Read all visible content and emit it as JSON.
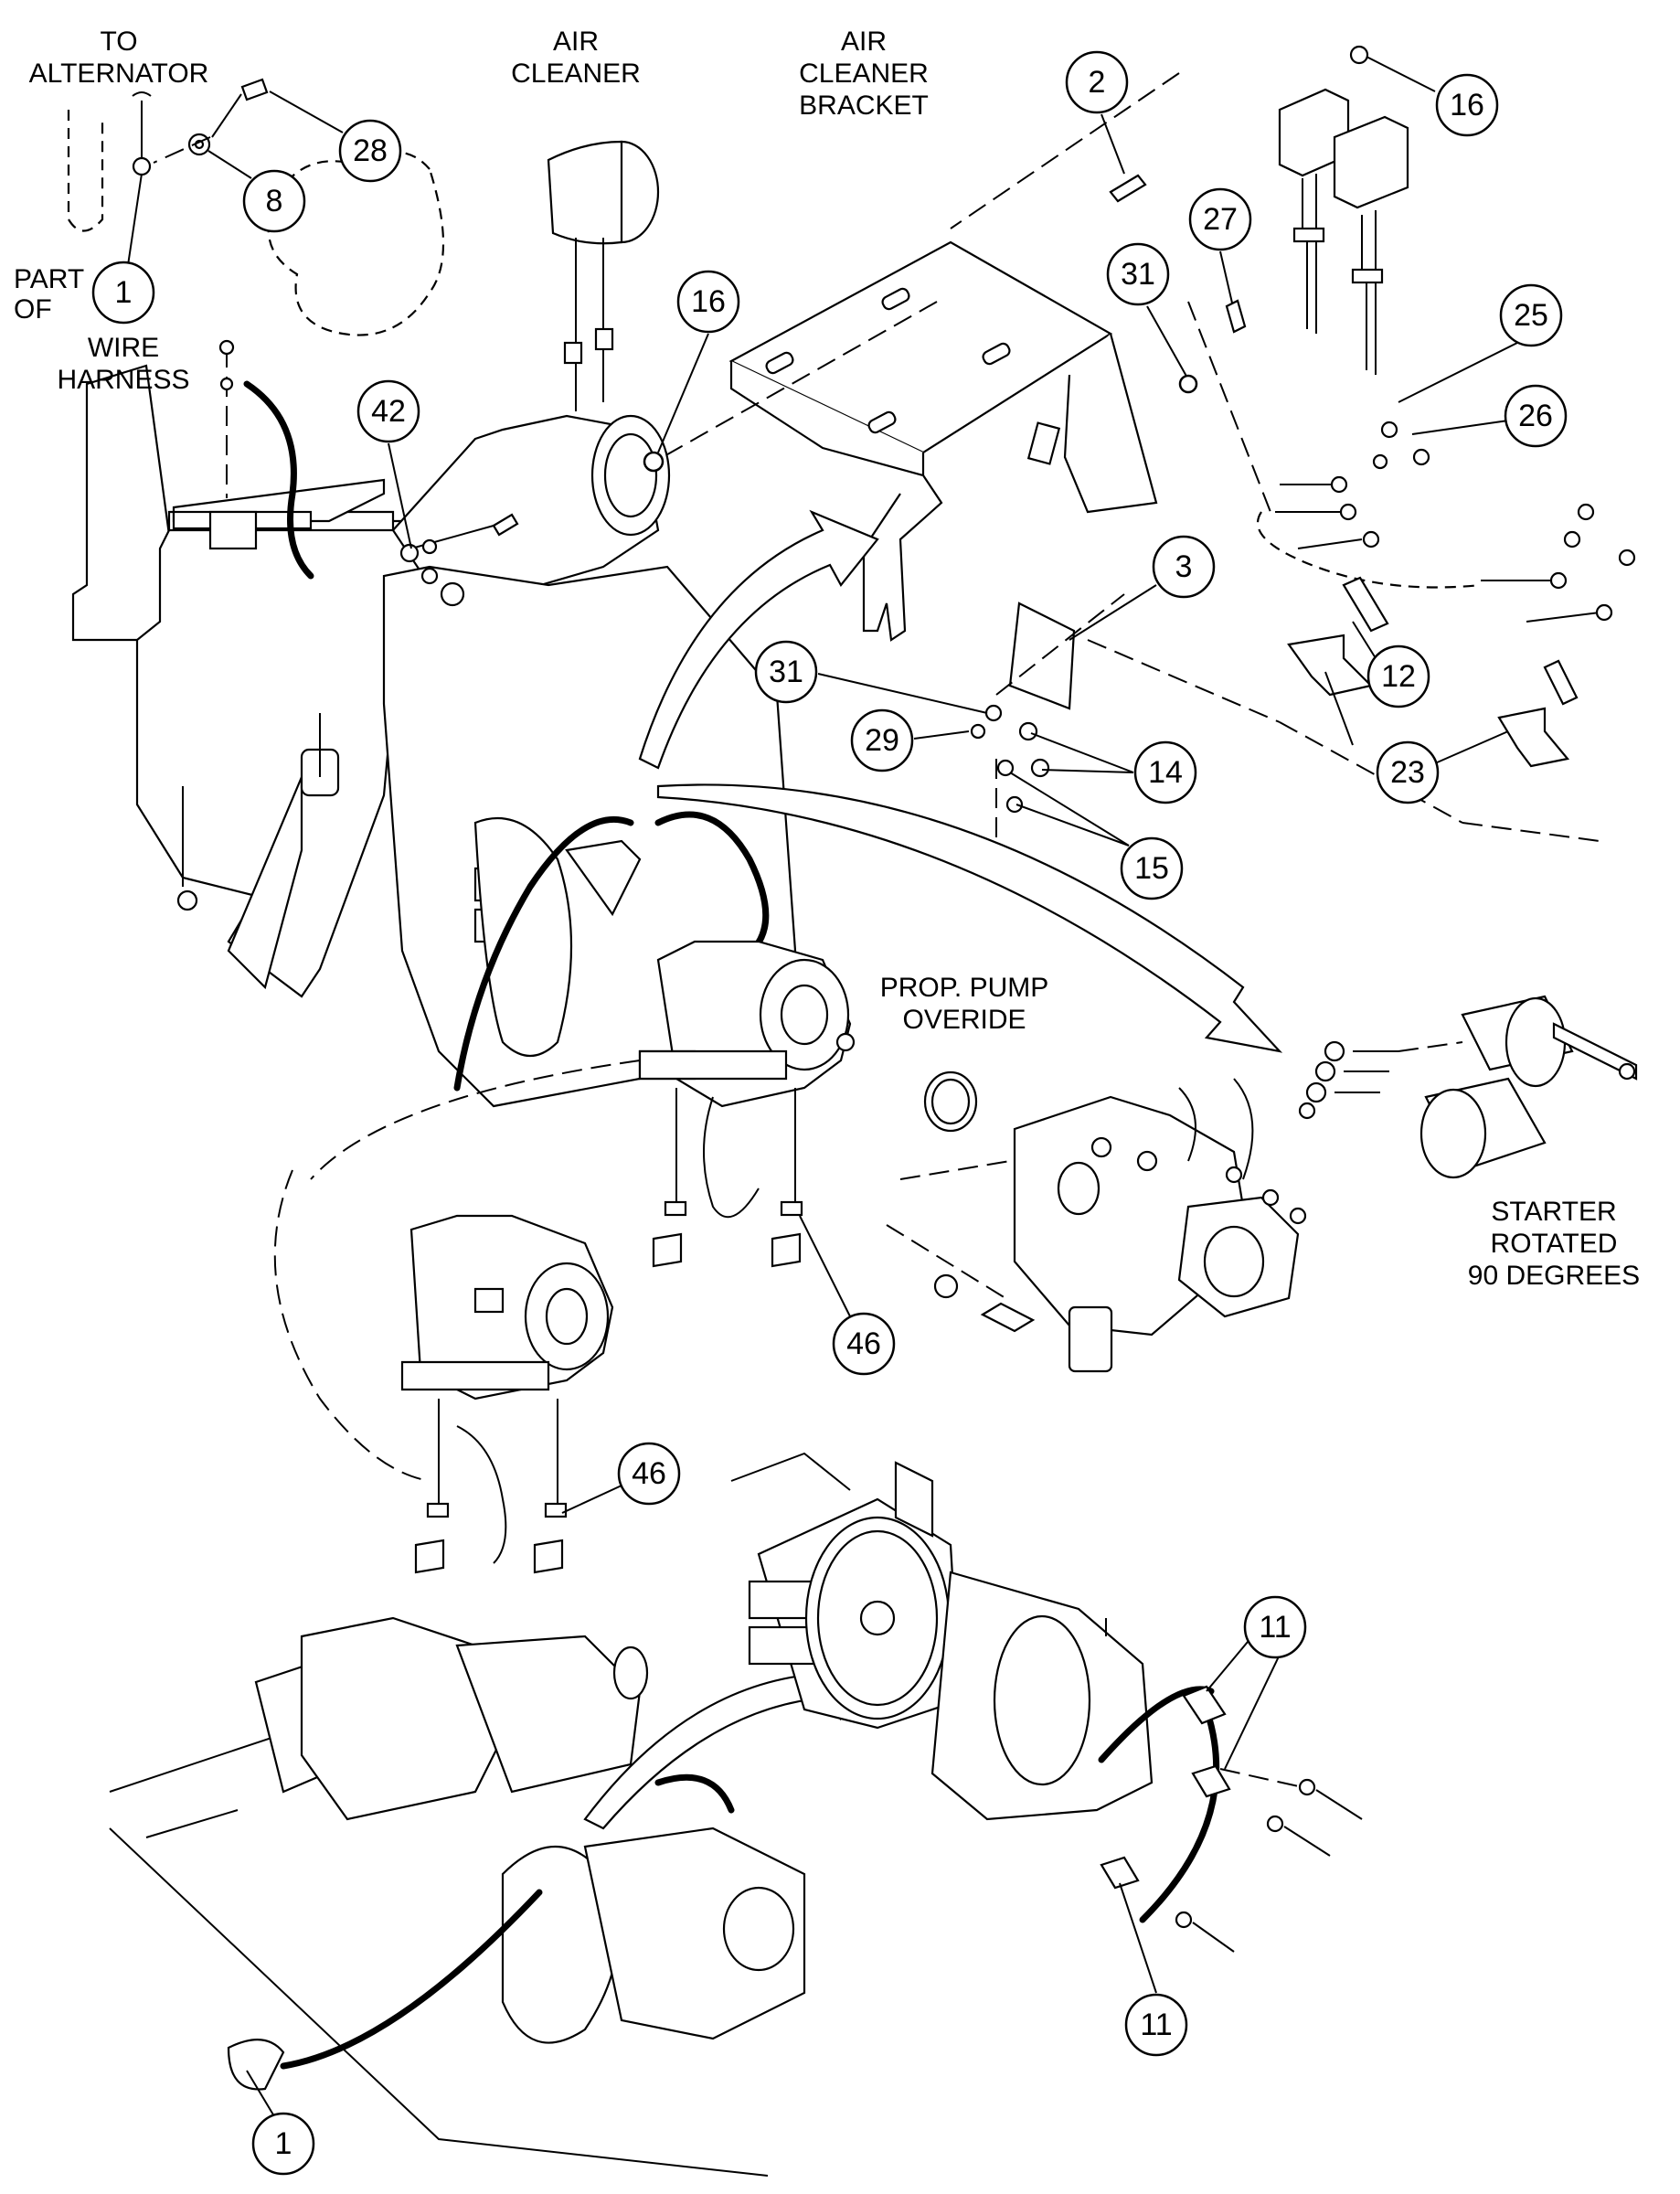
{
  "labels": {
    "to_alternator_1": "TO",
    "to_alternator_2": "ALTERNATOR",
    "air_cleaner_1": "AIR",
    "air_cleaner_2": "CLEANER",
    "bracket_1": "AIR",
    "bracket_2": "CLEANER",
    "bracket_3": "BRACKET",
    "part_of_1": "PART",
    "part_of_2": "OF",
    "wire_harness_1": "WIRE",
    "wire_harness_2": "HARNESS",
    "prop_pump_1": "PROP. PUMP",
    "prop_pump_2": "OVERIDE",
    "starter_1": "STARTER",
    "starter_2": "ROTATED",
    "starter_3": "90 DEGREES"
  },
  "callouts": {
    "c1_top": "1",
    "c8": "8",
    "c28": "28",
    "c42": "42",
    "c16_left": "16",
    "c2": "2",
    "c16_right": "16",
    "c27": "27",
    "c31_top": "31",
    "c25": "25",
    "c26": "26",
    "c3": "3",
    "c31_mid": "31",
    "c29": "29",
    "c12": "12",
    "c14": "14",
    "c23": "23",
    "c15": "15",
    "c46_mid": "46",
    "c46_low": "46",
    "c11_top": "11",
    "c11_bottom": "11",
    "c1_bottom": "1"
  }
}
